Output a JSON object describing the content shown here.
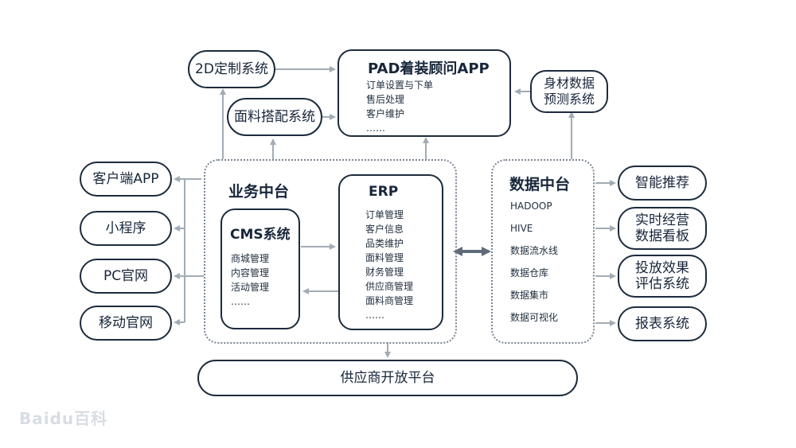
{
  "top": {
    "pad_app": {
      "title": "PAD着装顾问APP",
      "items": [
        "订单设置与下单",
        "售后处理",
        "客户维护",
        "……"
      ]
    },
    "design_2d": "2D定制系统",
    "fabric_match": "面料搭配系统",
    "body_data": "身材数据\n预测系统"
  },
  "clients": [
    "客户端APP",
    "小程序",
    "PC官网",
    "移动官网"
  ],
  "business_platform": {
    "title": "业务中台",
    "cms": {
      "title": "CMS系统",
      "items": [
        "商城管理",
        "内容管理",
        "活动管理",
        "……"
      ]
    },
    "erp": {
      "title": "ERP",
      "items": [
        "订单管理",
        "客户信息",
        "品类维护",
        "面料管理",
        "财务管理",
        "供应商管理",
        "面料商管理",
        "……"
      ]
    }
  },
  "data_platform": {
    "title": "数据中台",
    "items": [
      "HADOOP",
      "HIVE",
      "数据流水线",
      "数据仓库",
      "数据集市",
      "数据可视化"
    ]
  },
  "outputs": [
    "智能推荐",
    "实时经营\n数据看板",
    "投放效果\n评估系统",
    "报表系统"
  ],
  "bottom": {
    "supplier_platform": "供应商开放平台"
  },
  "watermark": "Baidu百科",
  "colors": {
    "border": "#1c2b3c",
    "arrow": "#9aa3ad",
    "dashed": "#7a8592",
    "double_arrow": "#5f6b78"
  }
}
